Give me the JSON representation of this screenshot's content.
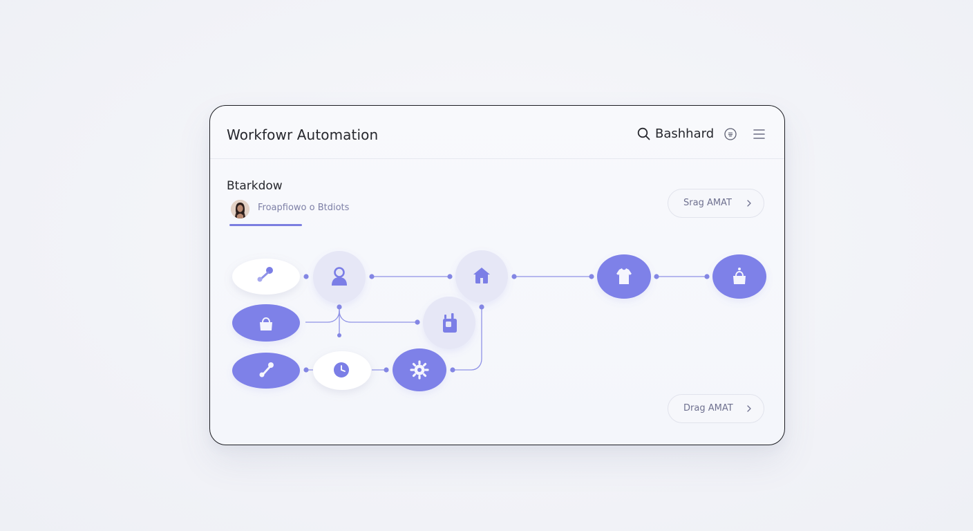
{
  "header": {
    "title": "Workfowr Automation",
    "search_label": "Bashhard",
    "icons": [
      "search-icon",
      "user-icon",
      "menu-icon"
    ]
  },
  "section": {
    "title": "Btarkdow",
    "subtitle": "Froapfiowo o Btdiots"
  },
  "actions": {
    "top_button": "Srag AMAT",
    "bottom_button": "Drag AMAT"
  },
  "workflow": {
    "nodes": [
      {
        "id": "n1",
        "icon": "wrench-icon",
        "style": "white"
      },
      {
        "id": "n2",
        "icon": "user-icon",
        "style": "light"
      },
      {
        "id": "n3",
        "icon": "home-icon",
        "style": "light"
      },
      {
        "id": "n4",
        "icon": "shirt-icon",
        "style": "filled"
      },
      {
        "id": "n5",
        "icon": "bag-icon",
        "style": "filled"
      },
      {
        "id": "n6",
        "icon": "bag-icon",
        "style": "filled"
      },
      {
        "id": "n7",
        "icon": "device-icon",
        "style": "light"
      },
      {
        "id": "n8",
        "icon": "tool-icon",
        "style": "filled"
      },
      {
        "id": "n9",
        "icon": "clock-icon",
        "style": "white"
      },
      {
        "id": "n10",
        "icon": "gear-icon",
        "style": "filled"
      }
    ]
  },
  "colors": {
    "accent": "#7a7de8",
    "accent_light": "#e8e9f7",
    "connector": "#8f92e6",
    "border": "#1c1d22"
  }
}
